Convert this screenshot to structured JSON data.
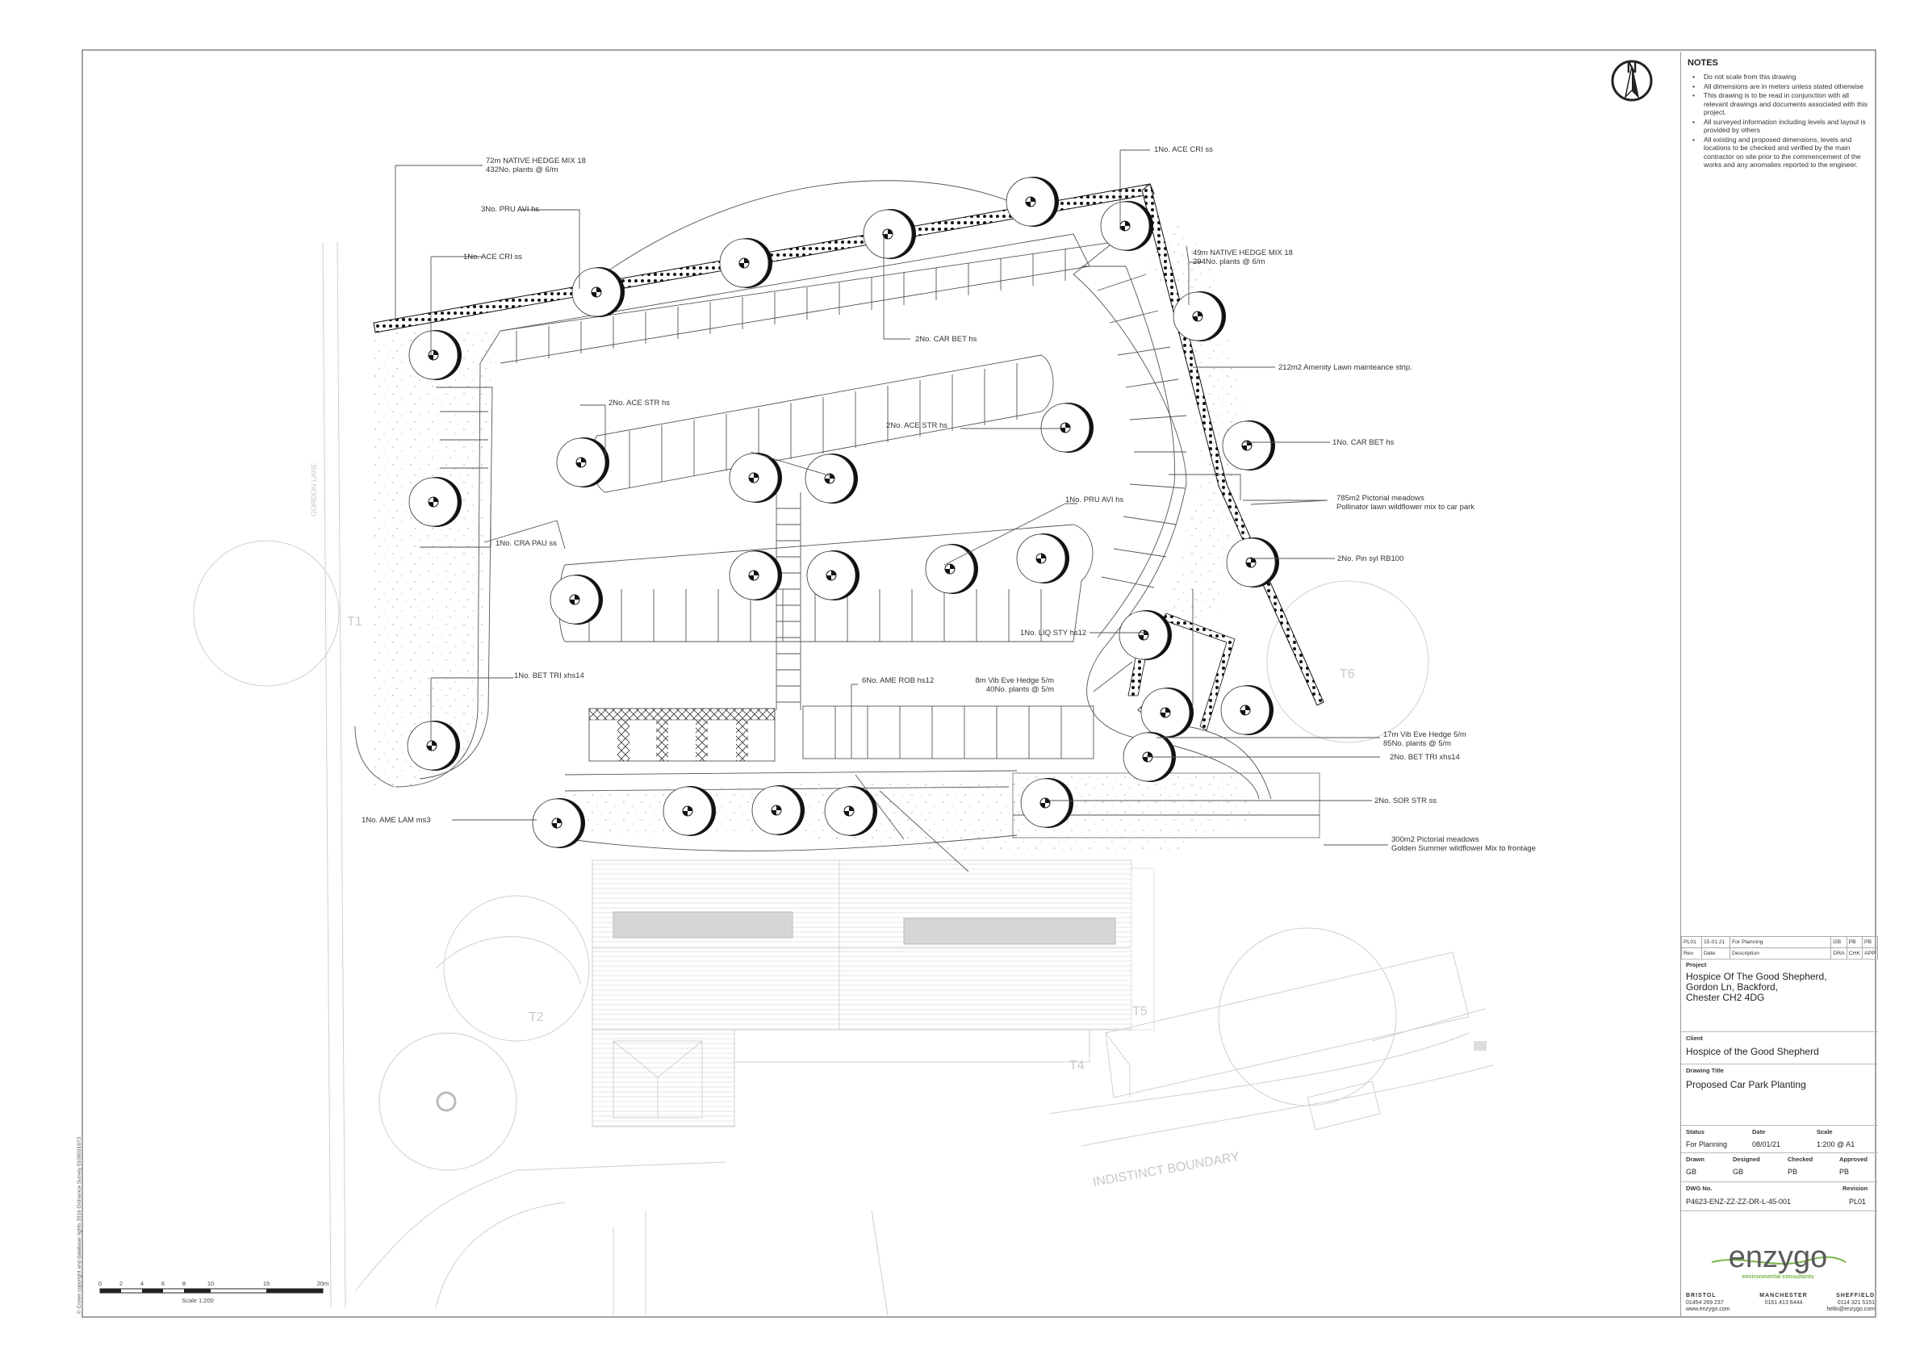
{
  "north_label": "N",
  "notes": {
    "title": "NOTES",
    "items": [
      "Do not scale from this drawing",
      "All dimensions are in meters unless stated otherwise",
      "This drawing is to be read in conjunction with all relevant drawings and documents associated with this project.",
      "All surveyed information including levels and layout is provided by others",
      "All existing and proposed dimensions, levels and locations to be checked and verified by the main contractor on site prior to the commencement of the works and any anomalies reported to the engineer."
    ]
  },
  "revision_table": {
    "row": {
      "rev": "PL01",
      "date": "15.01.21",
      "description": "For Planning",
      "drawn": "GB",
      "checked": "PB",
      "approved": "PB"
    },
    "headers": {
      "rev": "Rev",
      "date": "Date",
      "description": "Description",
      "drawn": "DRA",
      "checked": "CHK",
      "approved": "APP"
    }
  },
  "title_block": {
    "project_label": "Project",
    "project_lines": [
      "Hospice Of The Good Shepherd,",
      "Gordon Ln, Backford,",
      "Chester CH2 4DG"
    ],
    "client_label": "Client",
    "client": "Hospice of the Good Shepherd",
    "drawing_title_label": "Drawing Title",
    "drawing_title": "Proposed Car Park Planting",
    "status_label": "Status",
    "status": "For Planning",
    "date_label": "Date",
    "date": "08/01/21",
    "scale_label": "Scale",
    "scale": "1:200 @ A1",
    "drawn_label": "Drawn",
    "drawn": "GB",
    "designed_label": "Designed",
    "designed": "GB",
    "checked_label": "Checked",
    "checked": "PB",
    "approved_label": "Approved",
    "approved": "PB",
    "dwg_label": "DWG No.",
    "dwg": "P4623-ENZ-ZZ-ZZ-DR-L-45-001",
    "revision_label": "Revision",
    "revision": "PL01"
  },
  "brand": {
    "logo": "enzygo",
    "tagline": "environmental consultants",
    "accent_green": "#7ab648",
    "accent_dark": "#4a4a4a",
    "offices": [
      {
        "city": "BRISTOL",
        "phone": "01454 269 237",
        "extra": "www.enzygo.com"
      },
      {
        "city": "MANCHESTER",
        "phone": "0161 413 6444",
        "extra": ""
      },
      {
        "city": "SHEFFIELD",
        "phone": "0114 321 5151",
        "extra": "hello@enzygo.com"
      }
    ]
  },
  "labels": {
    "hedge_72": [
      "72m NATIVE HEDGE MIX 18",
      "432No. plants @ 6/m"
    ],
    "pru_avi_3": "3No. PRU AVI hs",
    "ace_cri_left": "1No. ACE CRI ss",
    "ace_cri_top": "1No. ACE CRI ss",
    "hedge_49": [
      "49m NATIVE HEDGE MIX 18",
      "294No. plants @ 6/m"
    ],
    "car_bet_2": "2No. CAR BET hs",
    "amenity_lawn": "212m2 Amenity Lawn mainteance strip.",
    "ace_str_left": "2No. ACE STR hs",
    "ace_str_mid": "2No. ACE STR hs",
    "car_bet_1": "1No. CAR BET hs",
    "meadow_785": [
      "785m2 Pictorial meadows",
      "Pollinator lawn wildflower mix to car park"
    ],
    "pru_avi_1": "1No. PRU AVI hs",
    "cra_pau": "1No. CRA PAU ss",
    "pin_syl": "2No. Pin syl RB100",
    "liq_sty": "1No. LIQ STY hs12",
    "bet_tri_left": "1No. BET TRI xhs14",
    "ame_rob": "6No. AME ROB hs12",
    "vib_8": [
      "8m Vib Eve Hedge 5/m",
      "40No. plants @ 5/m"
    ],
    "vib_17": [
      "17m Vib Eve Hedge 5/m",
      "85No. plants @ 5/m"
    ],
    "bet_tri_right": "2No. BET TRI xhs14",
    "sor_str": "2No. SOR STR ss",
    "ame_lam": "1No. AME LAM ms3",
    "meadow_300": [
      "300m2 Pictorial meadows",
      "Golden Summer wildflower Mix to frontage"
    ]
  },
  "background_labels": {
    "t1": "T1",
    "t2": "T2",
    "t4": "T4",
    "t5": "T5",
    "t6": "T6",
    "road": "GORDON LANE",
    "boundary": "INDISTINCT BOUNDARY"
  },
  "scale_bar": {
    "ticks": [
      "0",
      "2",
      "4",
      "6",
      "8",
      "10",
      "15",
      "20m"
    ],
    "caption": "Scale 1:200"
  },
  "copyright": "© Crown copyright and database rights 2016 Ordnance Survey 0100031673"
}
